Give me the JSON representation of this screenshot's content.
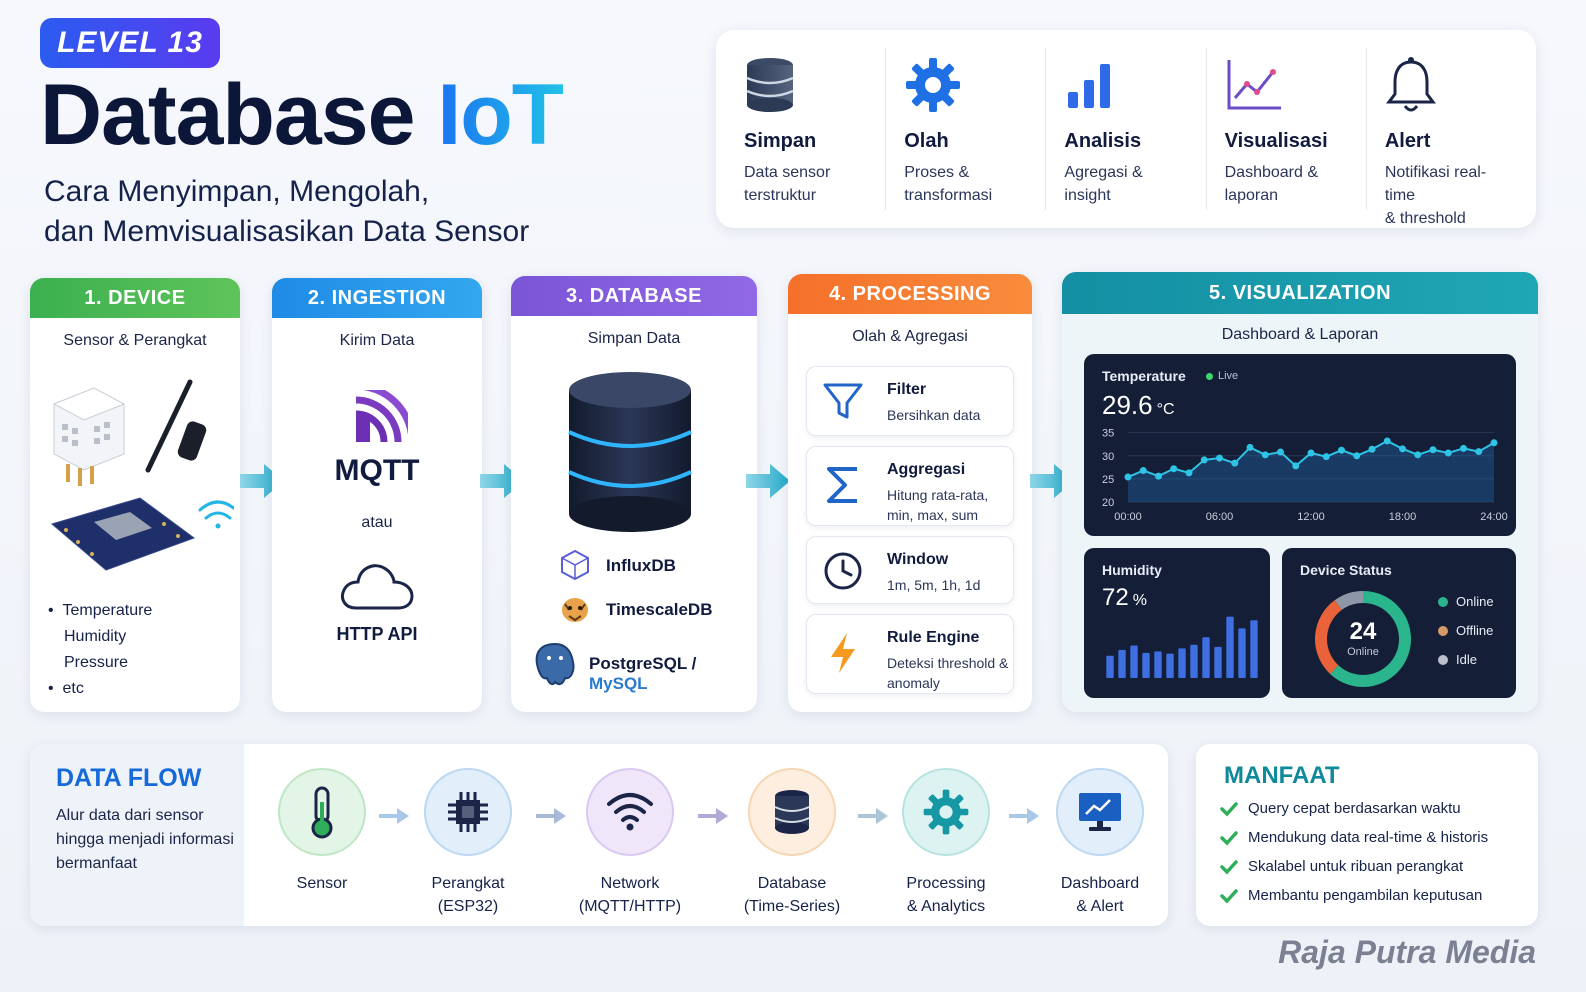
{
  "header": {
    "level": "LEVEL 13",
    "title_main": "Database ",
    "title_accent": "IoT",
    "subtitle_line1": "Cara Menyimpan, Mengolah,",
    "subtitle_line2": "dan Memvisualisasikan Data Sensor"
  },
  "features": [
    {
      "title": "Simpan",
      "desc1": "Data sensor",
      "desc2": "terstruktur",
      "icon": "database-icon"
    },
    {
      "title": "Olah",
      "desc1": "Proses &",
      "desc2": "transformasi",
      "icon": "gear-icon"
    },
    {
      "title": "Analisis",
      "desc1": "Agregasi &",
      "desc2": "insight",
      "icon": "bar-chart-icon"
    },
    {
      "title": "Visualisasi",
      "desc1": "Dashboard &",
      "desc2": "laporan",
      "icon": "line-chart-icon"
    },
    {
      "title": "Alert",
      "desc1": "Notifikasi real-time",
      "desc2": "& threshold",
      "icon": "bell-icon"
    }
  ],
  "stages": {
    "device": {
      "title": "1. DEVICE",
      "subtitle": "Sensor & Perangkat",
      "bullets": [
        "Temperature",
        "Humidity",
        "Pressure",
        "etc"
      ],
      "color": "#3bb04f"
    },
    "ingestion": {
      "title": "2. INGESTION",
      "subtitle": "Kirim Data",
      "protocol": "MQTT",
      "or": "atau",
      "alt": "HTTP API",
      "color": "#1f8be6"
    },
    "database": {
      "title": "3. DATABASE",
      "subtitle": "Simpan Data",
      "db1": "InfluxDB",
      "db2": "TimescaleDB",
      "db3a": "PostgreSQL",
      "db3sep": " / ",
      "db3b": "MySQL",
      "color": "#7a55d6"
    },
    "processing": {
      "title": "4. PROCESSING",
      "subtitle": "Olah & Agregasi",
      "color": "#f5702a",
      "items": [
        {
          "title": "Filter",
          "desc": "Bersihkan data"
        },
        {
          "title": "Aggregasi",
          "desc": "Hitung rata-rata, min, max, sum"
        },
        {
          "title": "Window",
          "desc": "1m, 5m, 1h, 1d"
        },
        {
          "title": "Rule Engine",
          "desc": "Deteksi threshold & anomaly"
        }
      ]
    },
    "visualization": {
      "title": "5. VISUALIZATION",
      "subtitle": "Dashboard & Laporan",
      "color": "#1596a8"
    }
  },
  "dashboard": {
    "temperature": {
      "label": "Temperature",
      "live": "Live",
      "value": "29.6",
      "unit": "°C"
    },
    "humidity": {
      "label": "Humidity",
      "value": "72",
      "unit": "%"
    },
    "device_status": {
      "label": "Device Status",
      "count": "24",
      "count_label": "Online",
      "legend": [
        "Online",
        "Offline",
        "Idle"
      ]
    }
  },
  "chart_data": [
    {
      "type": "line",
      "title": "Temperature",
      "x": [
        "00:00",
        "01:00",
        "02:00",
        "03:00",
        "04:00",
        "05:00",
        "06:00",
        "07:00",
        "08:00",
        "09:00",
        "10:00",
        "11:00",
        "12:00",
        "13:00",
        "14:00",
        "15:00",
        "16:00",
        "17:00",
        "18:00",
        "19:00",
        "20:00",
        "21:00",
        "22:00",
        "23:00",
        "24:00"
      ],
      "x_ticks": [
        "00:00",
        "06:00",
        "12:00",
        "18:00",
        "24:00"
      ],
      "y_ticks": [
        20,
        25,
        30,
        35
      ],
      "ylim": [
        20,
        36
      ],
      "values": [
        25.4,
        26.8,
        25.6,
        27.2,
        26.3,
        29.1,
        29.5,
        28.4,
        31.8,
        30.2,
        30.8,
        27.8,
        30.6,
        29.8,
        31.2,
        30.0,
        31.4,
        33.2,
        31.5,
        30.2,
        31.3,
        30.6,
        31.6,
        30.9,
        32.8
      ],
      "colors": {
        "line": "#2ec4e6",
        "fill": "#1f6fb8"
      }
    },
    {
      "type": "bar",
      "title": "Humidity",
      "values": [
        30,
        38,
        44,
        34,
        36,
        33,
        40,
        45,
        55,
        42,
        83,
        67,
        78
      ],
      "ylim": [
        0,
        100
      ],
      "colors": {
        "bar": "#3e6ee0"
      }
    },
    {
      "type": "pie",
      "title": "Device Status",
      "labels": [
        "Online",
        "Offline",
        "Idle"
      ],
      "values": [
        62,
        28,
        10
      ],
      "colors": [
        "#2ab58c",
        "#e9623a",
        "#8e97a6"
      ]
    }
  ],
  "dataflow": {
    "title": "DATA FLOW",
    "desc": "Alur data dari sensor hingga menjadi informasi bermanfaat",
    "nodes": [
      {
        "l1": "Sensor",
        "l2": ""
      },
      {
        "l1": "Perangkat",
        "l2": "(ESP32)"
      },
      {
        "l1": "Network",
        "l2": "(MQTT/HTTP)"
      },
      {
        "l1": "Database",
        "l2": "(Time-Series)"
      },
      {
        "l1": "Processing",
        "l2": "& Analytics"
      },
      {
        "l1": "Dashboard",
        "l2": "& Alert"
      }
    ]
  },
  "benefits": {
    "title": "MANFAAT",
    "items": [
      "Query cepat berdasarkan waktu",
      "Mendukung data real-time & historis",
      "Skalabel untuk ribuan perangkat",
      "Membantu pengambilan keputusan"
    ]
  },
  "brand": "Raja Putra Media"
}
